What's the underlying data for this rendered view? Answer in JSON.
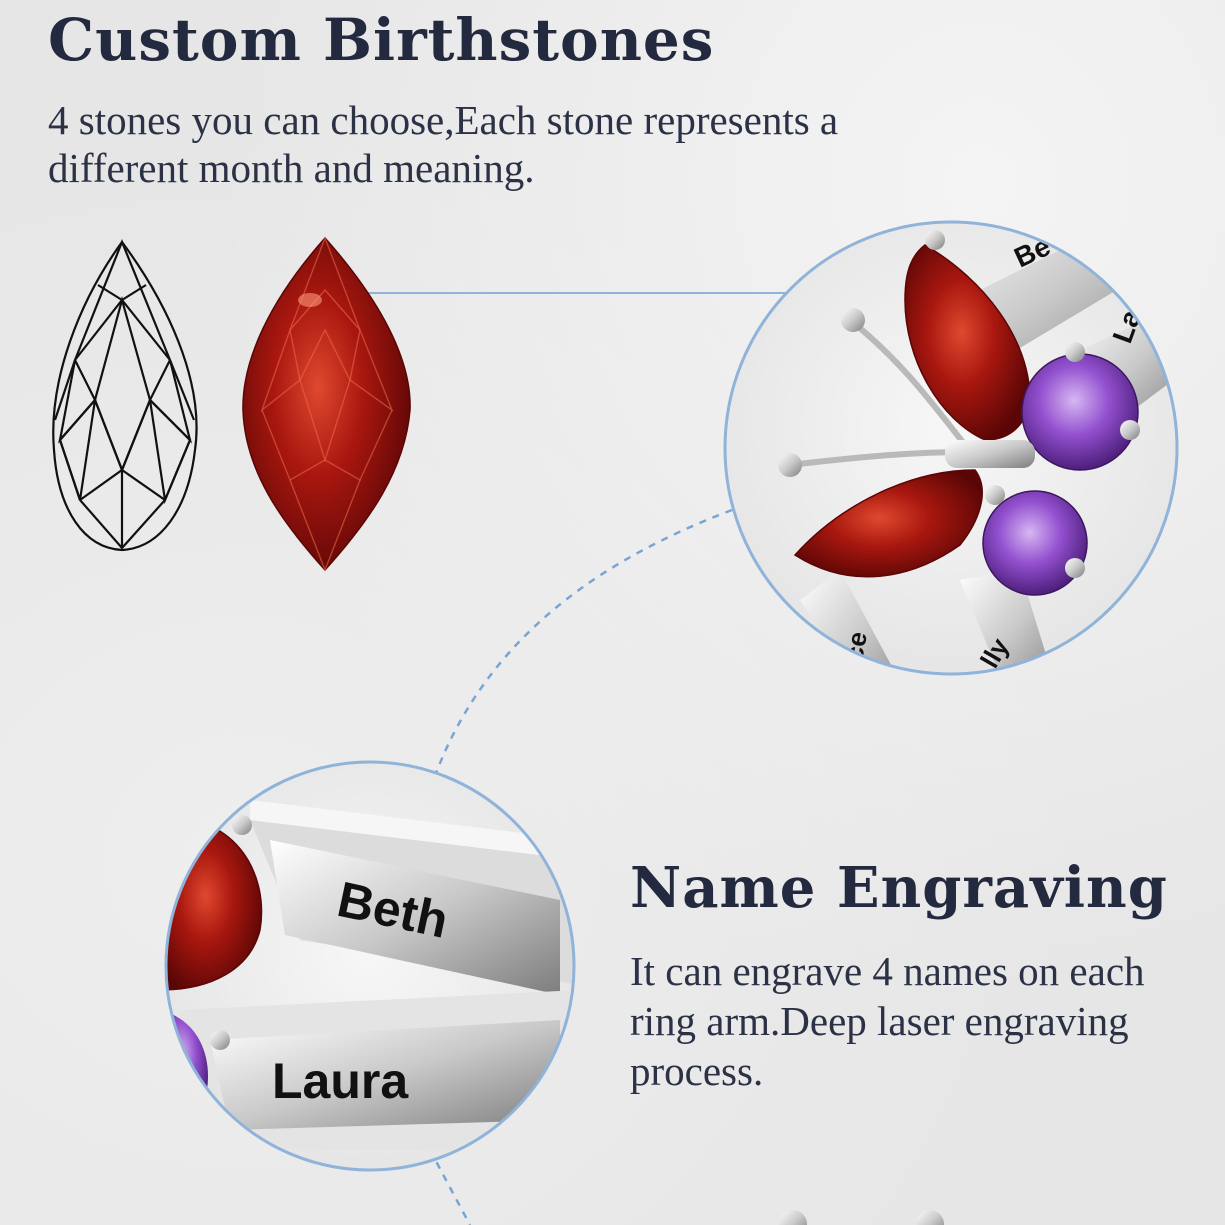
{
  "birthstones": {
    "title": "Custom Birthstones",
    "description": "4 stones you can choose,Each stone represents a different month and meaning."
  },
  "engraving": {
    "title": "Name Engraving",
    "description": "It can engrave 4 names on each ring arm.Deep laser engraving process."
  },
  "closeup_top": {
    "names": [
      "Be",
      "La",
      "ce",
      "lly"
    ]
  },
  "closeup_bottom": {
    "names": [
      "Beth",
      "Laura"
    ]
  },
  "colors": {
    "garnet": "#9e1414",
    "amethyst": "#8a4fc4",
    "accent_line": "#8fb3d9",
    "heading": "#232a40"
  }
}
